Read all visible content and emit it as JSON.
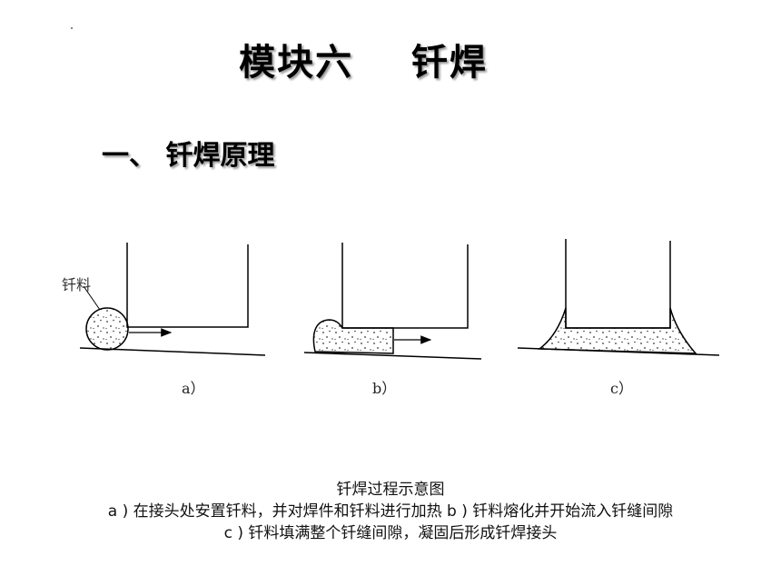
{
  "slide": {
    "title": "模块六    钎焊",
    "section_heading": "一、 钎焊原理"
  },
  "figure": {
    "filler_label": "钎料",
    "panel_labels": [
      "a）",
      "b）",
      "c）"
    ]
  },
  "caption": {
    "title": "钎焊过程示意图",
    "line1": "a ) 在接头处安置钎料，并对焊件和钎料进行加热  b ) 钎料熔化并开始流入钎缝间隙",
    "line2": "c ) 钎料填满整个钎缝间隙，凝固后形成钎焊接头"
  }
}
